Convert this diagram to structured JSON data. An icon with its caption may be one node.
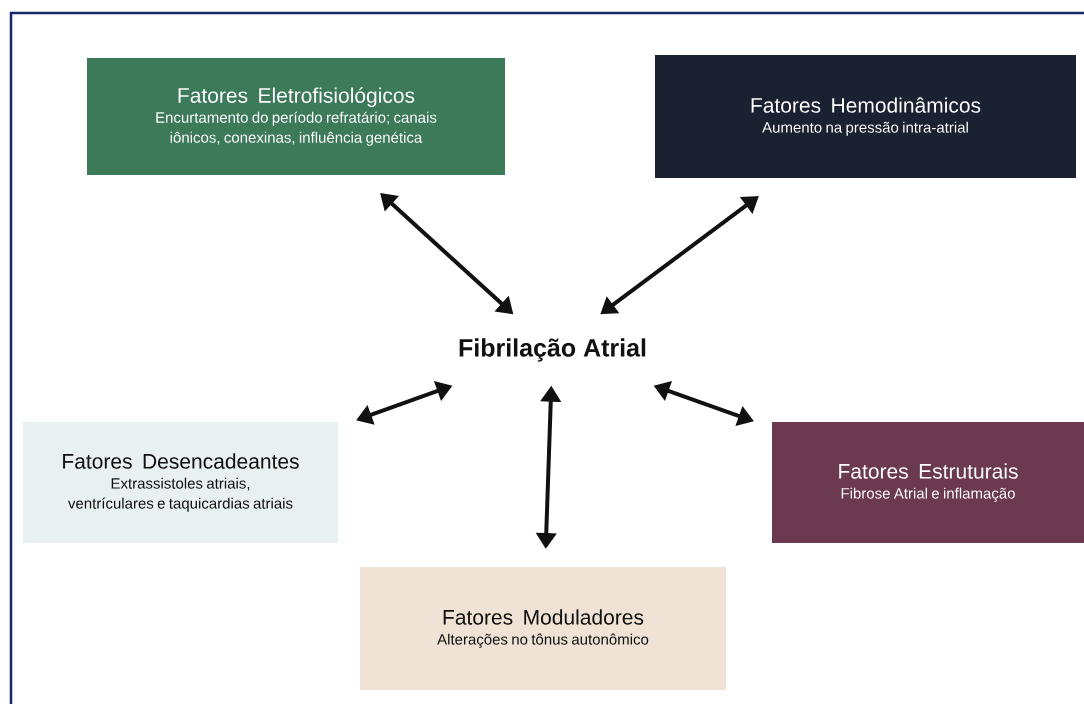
{
  "diagram": {
    "nodes": [
      {
        "text": [
          "Fatores Eletrofisiológicos",
          "Encurtamento do período refratário; canais iônicos, conexinas, influência genética"
        ]
      },
      {
        "text": [
          "Fatores Hemodinâmicos",
          "Aumento na pressão intra-atrial"
        ]
      },
      {
        "text": [
          "Fibrilação Atrial"
        ]
      },
      {
        "text": [
          "Fatores Desencadeantes",
          "Extrassistoles atriais, ventrículares e taquicardias atriais"
        ]
      },
      {
        "text": [
          "Fatores Estruturais",
          "Fibrose Atrial e inflamação"
        ]
      },
      {
        "text": [
          "Fatores Moduladores",
          "Alterações no tônus autonômico"
        ]
      }
    ],
    "edges": [
      {
        "from": 0,
        "to": 2,
        "arrow": "both"
      },
      {
        "from": 1,
        "to": 2,
        "arrow": "both"
      },
      {
        "from": 3,
        "to": 2,
        "arrow": "both"
      },
      {
        "from": 4,
        "to": 2,
        "arrow": "both"
      },
      {
        "from": 5,
        "to": 2,
        "arrow": "both"
      }
    ]
  }
}
